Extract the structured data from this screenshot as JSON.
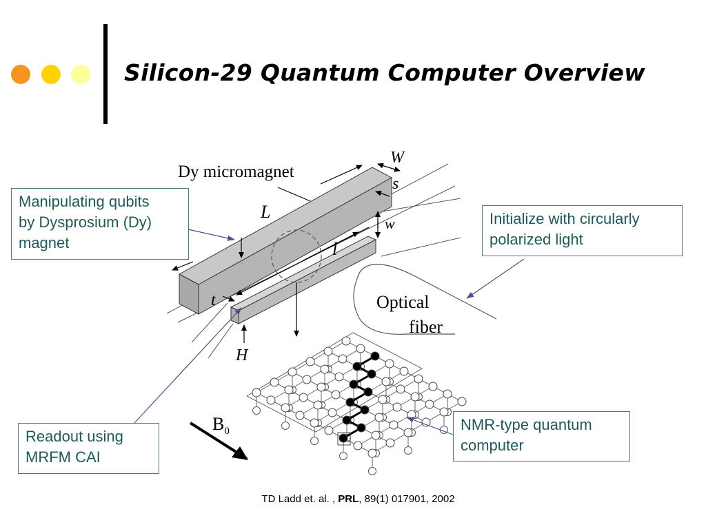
{
  "slide": {
    "title": "Silicon-29 Quantum Computer Overview",
    "bullet_dots": [
      "#f7941d",
      "#ffd200",
      "#ffff99"
    ]
  },
  "callouts": {
    "dy_magnet": [
      "Manipulating qubits",
      "by Dysprosium (Dy)",
      "magnet"
    ],
    "optical": [
      "Initialize with circularly",
      "polarized light"
    ],
    "readout": [
      "Readout using",
      "MRFM CAI"
    ],
    "nmr": [
      "NMR-type quantum",
      "computer"
    ]
  },
  "diagram": {
    "label_dy": "Dy micromagnet",
    "label_W": "W",
    "label_s": "s",
    "label_L": "L",
    "label_w": "w",
    "label_l": "l",
    "label_t": "t",
    "label_H": "H",
    "label_optical": "Optical",
    "label_fiber": "fiber",
    "label_B": "B",
    "label_B_sub": "0"
  },
  "citation": {
    "prefix": "TD Ladd et. al. , ",
    "journal": "PRL",
    "suffix": ", 89(1) 017901, 2002"
  }
}
